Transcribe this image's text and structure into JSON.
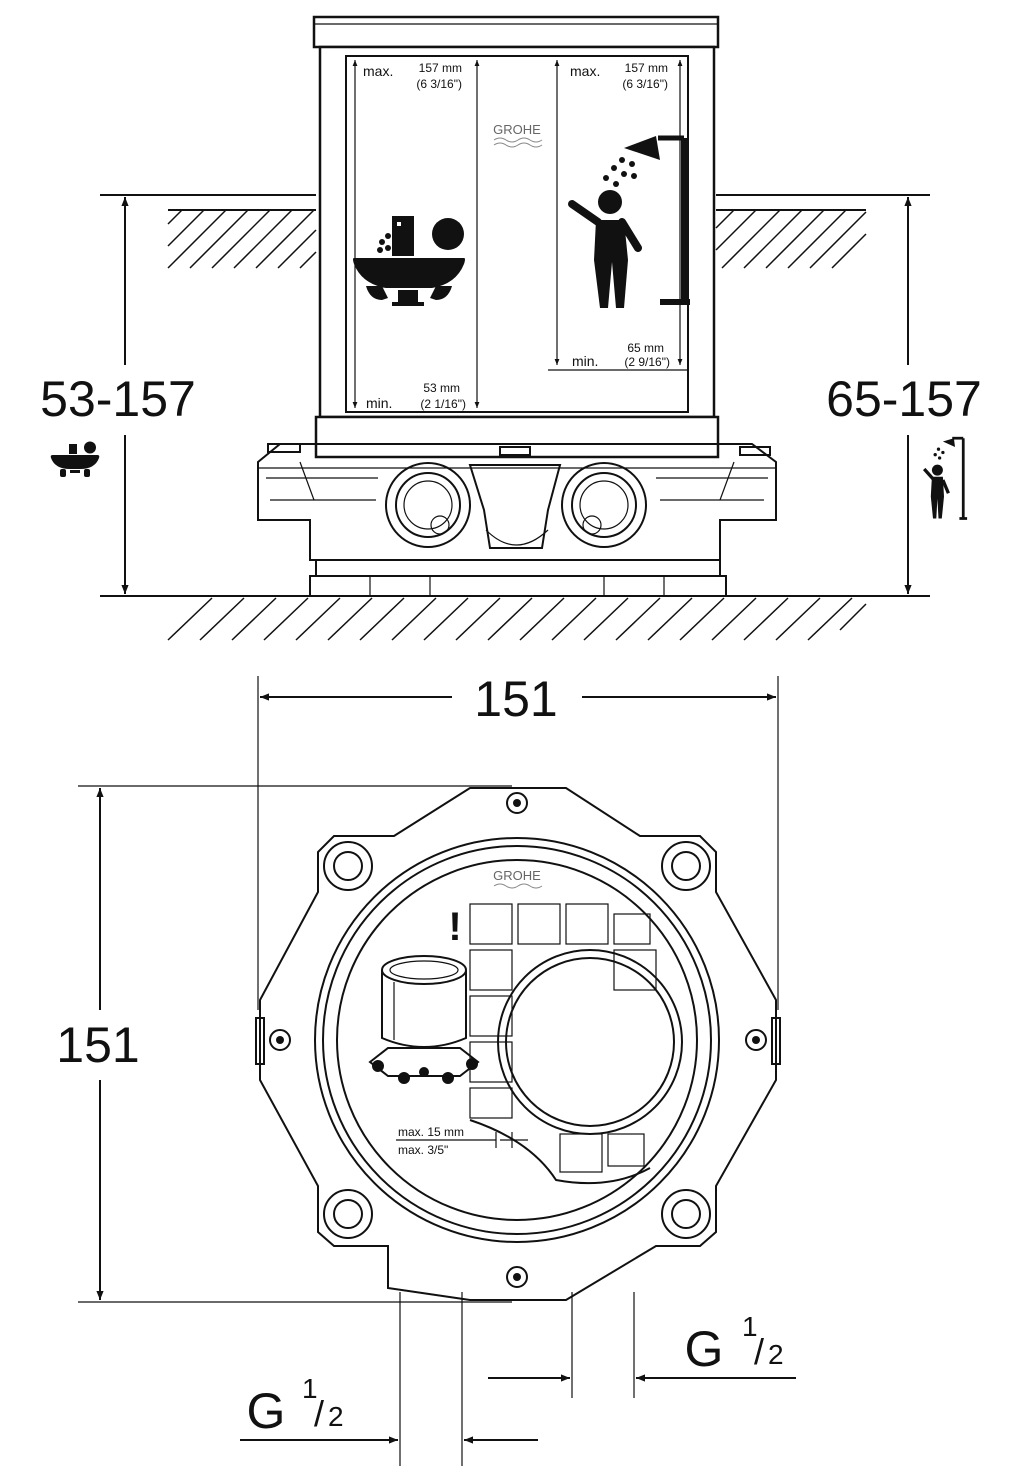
{
  "brand": "GROHE",
  "side_view": {
    "left_range": "53-157",
    "right_range": "65-157",
    "bath_max": {
      "prefix": "max.",
      "mm": "157 mm",
      "inch": "(6 3/16\")"
    },
    "bath_min": {
      "prefix": "min.",
      "mm": "53 mm",
      "inch": "(2 1/16\")"
    },
    "shower_max": {
      "prefix": "max.",
      "mm": "157 mm",
      "inch": "(6 3/16\")"
    },
    "shower_min": {
      "prefix": "min.",
      "mm": "65 mm",
      "inch": "(2 9/16\")"
    },
    "bath_icon": "bathtub-icon",
    "shower_icon": "shower-person-icon"
  },
  "top_view": {
    "width": "151",
    "height": "151",
    "warning": "!",
    "tile_max_mm": "max. 15 mm",
    "tile_max_inch": "max. 3/5\"",
    "thread_left": {
      "base": "G",
      "num": "1",
      "den": "2"
    },
    "thread_right": {
      "base": "G",
      "num": "1",
      "den": "2"
    }
  }
}
